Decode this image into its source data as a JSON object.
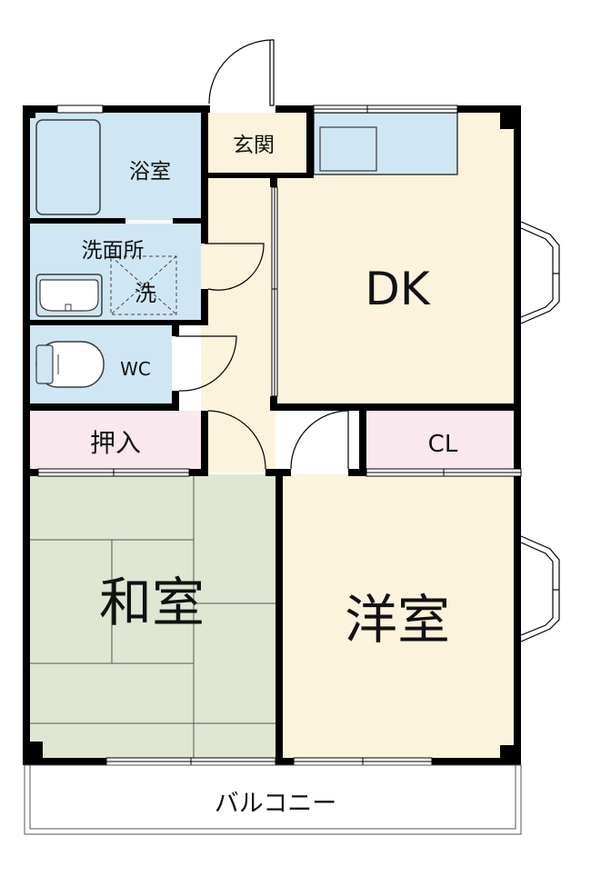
{
  "floor_plan": {
    "rooms": {
      "bath": "浴室",
      "entrance": "玄関",
      "dk": "DK",
      "washroom": "洗面所",
      "washer": "洗",
      "wc": "WC",
      "oshiire": "押入",
      "closet": "CL",
      "washitsu": "和室",
      "youshitsu": "洋室",
      "balcony": "バルコニー"
    },
    "colors": {
      "wet_area": "#cfe6f4",
      "dk_floor": "#fbf3dc",
      "tatami": "#dfe7d3",
      "closet": "#fae8ef",
      "walls": "#000000",
      "fixture": "#3a3a3a"
    }
  }
}
